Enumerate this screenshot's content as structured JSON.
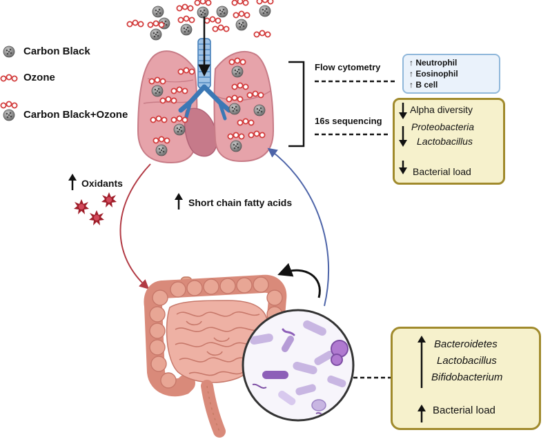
{
  "legend": {
    "carbon_black": "Carbon Black",
    "ozone": "Ozone",
    "carbon_black_ozone": "Carbon Black+Ozone"
  },
  "lung_panel": {
    "flow_cytometry_label": "Flow cytometry",
    "flow_cytometry_results": [
      "Neutrophil",
      "Eosinophil",
      "B cell"
    ],
    "sequencing_label": "16s sequencing",
    "sequencing_results": {
      "alpha_diversity": "Alpha diversity",
      "proteobacteria": "Proteobacteria",
      "lactobacillus": "Lactobacillus",
      "bacterial_load": "Bacterial load"
    }
  },
  "arrows": {
    "oxidants": "Oxidants",
    "scfa": "Short chain fatty acids"
  },
  "gut_panel": {
    "taxa": [
      "Bacteroidetes",
      "Lactobacillus",
      "Bifidobacterium"
    ],
    "bacterial_load": "Bacterial load"
  },
  "colors": {
    "lung": "#e6a3aa",
    "lung_outline": "#c77b86",
    "trachea": "#3b78b5",
    "gut": "#e69d8e",
    "red_arrow": "#b23a44",
    "blue_arrow": "#4d64a8",
    "box_yellow_fill": "#f6f1cc",
    "box_yellow_border": "#a08a2c",
    "box_blue_fill": "#eaf2fb",
    "box_blue_border": "#8fb7da",
    "carbon_black": "#8a8a8a",
    "ozone": "#d23b3b"
  }
}
